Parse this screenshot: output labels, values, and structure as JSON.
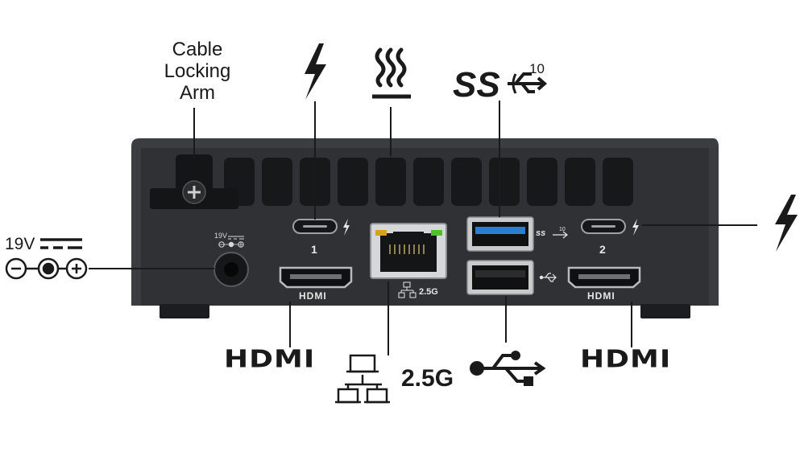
{
  "labels": {
    "cable_locking_arm": [
      "Cable",
      "Locking",
      "Arm"
    ],
    "power": "19V",
    "power_tiny": "19V",
    "lan_speed": "2.5G",
    "lan_speed_small": "2.5G",
    "usb_superspeed_rate": "10",
    "usb_superspeed_rate_small": "10",
    "hdmi_left": "HDMI",
    "hdmi_right": "HDMI",
    "hdmi_port_left": "HDMI",
    "hdmi_port_right": "HDMI",
    "thunderbolt_port_1": "1",
    "thunderbolt_port_2": "2",
    "superspeed_small": "ss"
  },
  "icons": {
    "thunderbolt_top": "thunderbolt-icon",
    "thunderbolt_right": "thunderbolt-icon",
    "heat": "heat-exhaust-icon",
    "usb_superspeed": "usb-superspeed-10-icon",
    "usb": "usb-icon",
    "network": "network-icon",
    "power_polarity": "dc-polarity-icon"
  },
  "colors": {
    "chassis": "#2f3134",
    "chassis_edge": "#45474b",
    "usb_blue": "#2a7fd0",
    "led_green": "#4fbf2a",
    "led_amber": "#d6a21d",
    "ink": "#1a1a1a"
  }
}
